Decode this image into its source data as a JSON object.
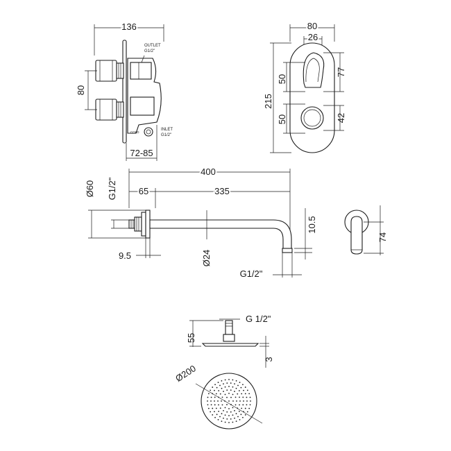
{
  "valve_side": {
    "width": "136",
    "height": "80",
    "depth": "72-85",
    "outlet_label": "OUTLET",
    "outlet_size": "G1/2\"",
    "inlet_label": "INLET",
    "inlet_size": "G1/2\"",
    "cold_label": "COLD"
  },
  "valve_front": {
    "width": "80",
    "cutout": "26",
    "height": "215",
    "upper_dim": "50",
    "lower_dim": "50",
    "upper_offset": "77",
    "lower_offset": "42"
  },
  "arm": {
    "total_length": "400",
    "flange_offset": "65",
    "arm_length": "335",
    "flange_dia": "Ø60",
    "thread": "G1/2\"",
    "flange_thickness": "9.5",
    "pipe_dia": "Ø24",
    "outlet_thread": "G1/2\"",
    "drop": "10.5"
  },
  "arm_end": {
    "height": "74"
  },
  "shower_head": {
    "thread": "G 1/2\"",
    "height": "55",
    "thickness": "3",
    "diameter": "Ø200"
  }
}
